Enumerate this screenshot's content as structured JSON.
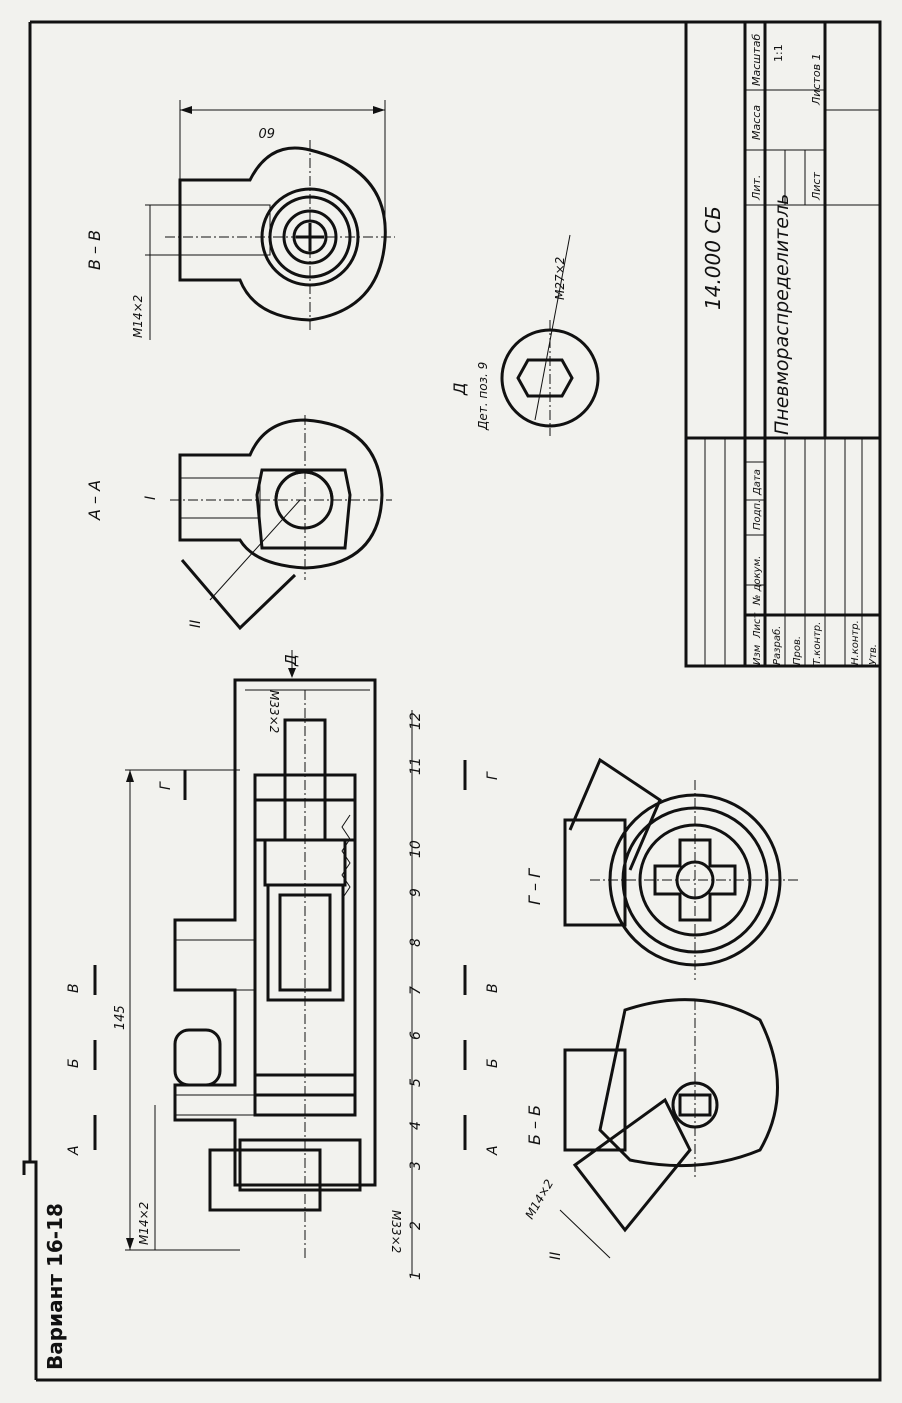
{
  "variant": "Вариант 16-18",
  "title_block": {
    "designation": "14.000 СБ",
    "name": "Пневмораспределитель",
    "headers": [
      "Лит.",
      "Масса",
      "Масштаб"
    ],
    "scale": "1:1",
    "sheet": "Лист",
    "sheets": "Листов 1",
    "change_headers": [
      "Изм",
      "Лист",
      "№ докум.",
      "Подп.",
      "Дата"
    ],
    "roles": [
      "Разраб.",
      "Пров.",
      "Т.контр.",
      "",
      "Н.контр.",
      "Утв."
    ]
  },
  "views": {
    "section_vv": "В – В",
    "section_aa": "А – А",
    "section_bb": "Б – Б",
    "section_gg": "Г – Г",
    "view_d": "Д",
    "view_d_note": "Дет. поз. 9"
  },
  "dimensions": {
    "d60": "60",
    "m14_top": "М14×2",
    "m27": "М27×2",
    "m33_top": "М33×2",
    "m33_bottom": "М33×2",
    "l145": "145",
    "m14_left": "М14×2",
    "m14_bb": "М14×2"
  },
  "marks": {
    "roman1": "I",
    "roman2": "II",
    "roman2b": "II",
    "a": "А",
    "b": "Б",
    "v": "В",
    "g": "Г",
    "d": "Д"
  },
  "positions": [
    "1",
    "2",
    "3",
    "4",
    "5",
    "6",
    "7",
    "8",
    "9",
    "10",
    "11",
    "12"
  ]
}
